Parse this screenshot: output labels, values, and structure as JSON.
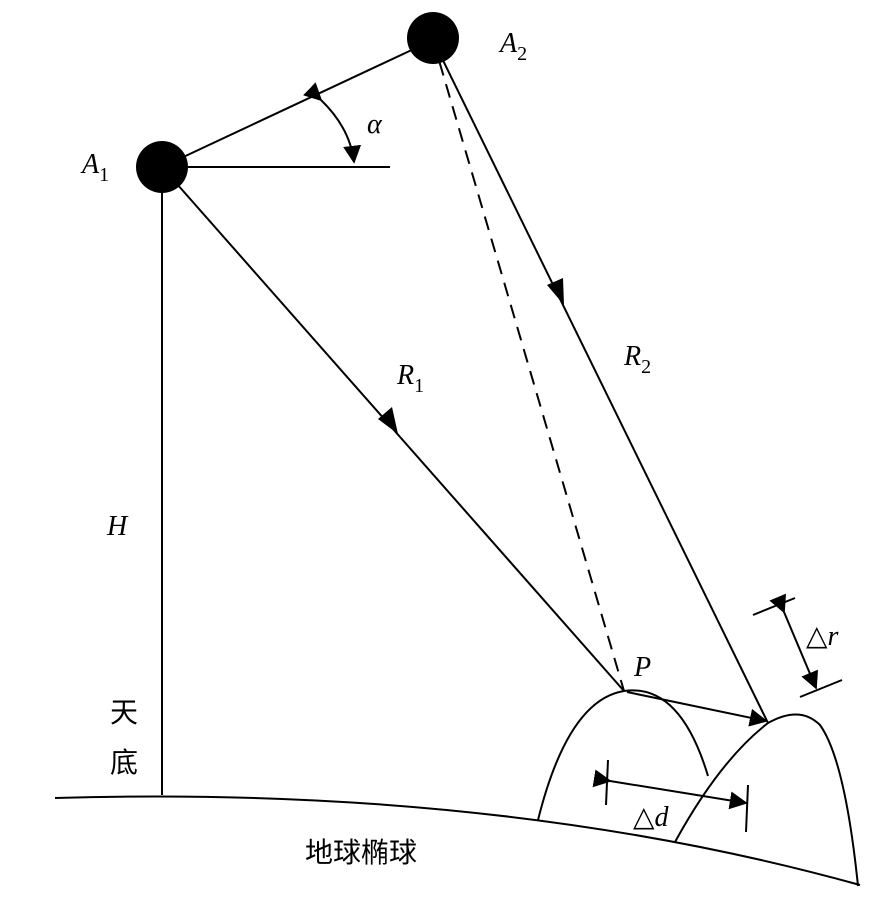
{
  "labels": {
    "a1": "A",
    "a1_sub": "1",
    "a2": "A",
    "a2_sub": "2",
    "alpha": "α",
    "r1": "R",
    "r1_sub": "1",
    "r2": "R",
    "r2_sub": "2",
    "h": "H",
    "nadir_1": "天",
    "nadir_2": "底",
    "p": "P",
    "delta_r_sym": "△",
    "delta_r_var": "r",
    "delta_d_sym": "△",
    "delta_d_var": "d",
    "ellipsoid": "地球椭球"
  }
}
